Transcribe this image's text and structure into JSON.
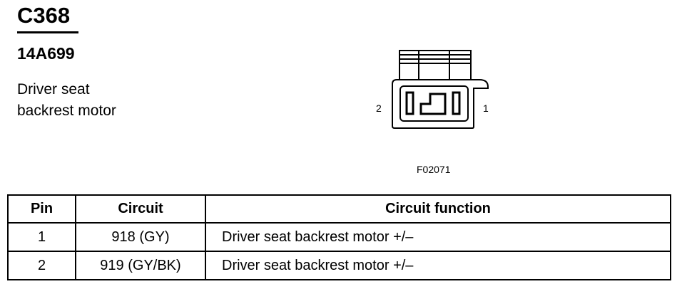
{
  "header": {
    "connector_id": "C368",
    "part_number": "14A699",
    "description_line1": "Driver seat",
    "description_line2": "backrest motor"
  },
  "diagram": {
    "pin_left_label": "2",
    "pin_right_label": "1",
    "figure_code": "F02071"
  },
  "table": {
    "headers": {
      "pin": "Pin",
      "circuit": "Circuit",
      "function": "Circuit function"
    },
    "rows": [
      {
        "pin": "1",
        "circuit": "918 (GY)",
        "function": "Driver seat backrest motor +/–"
      },
      {
        "pin": "2",
        "circuit": "919 (GY/BK)",
        "function": "Driver seat backrest motor +/–"
      }
    ]
  }
}
